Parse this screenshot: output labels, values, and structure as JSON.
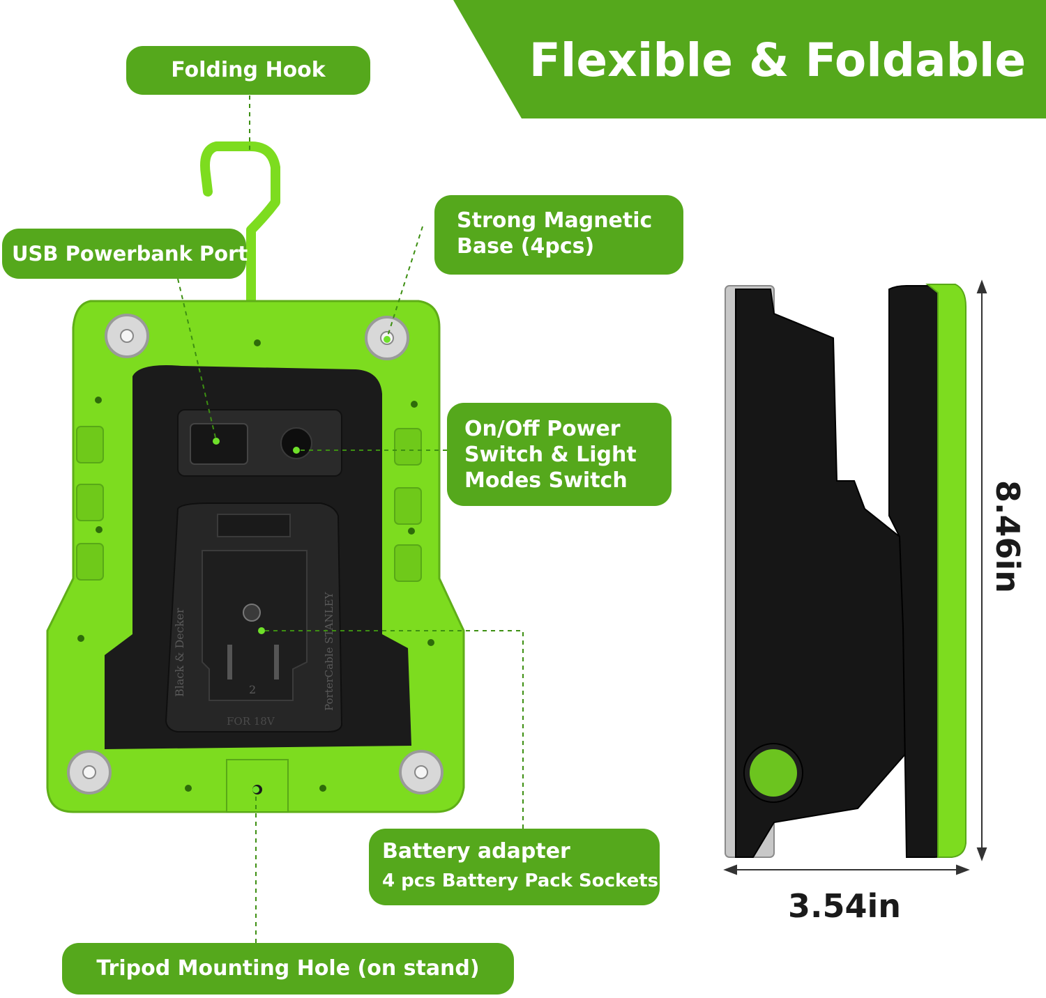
{
  "banner": {
    "title": "Flexible & Foldable",
    "color": "#55a81c"
  },
  "callouts": {
    "folding_hook": "Folding Hook",
    "usb_port": "USB Powerbank Port",
    "magnetic_base": [
      "Strong Magnetic",
      "Base (4pcs)"
    ],
    "power_switch": [
      "On/Off Power",
      "Switch & Light",
      "Modes Switch"
    ],
    "battery_title": "Battery adapter",
    "battery_subtitle": "4 pcs Battery Pack Sockets",
    "tripod": "Tripod Mounting Hole (on stand)"
  },
  "product_markings": {
    "brand_left": "Black & Decker",
    "brand_right": "PorterCable  STANLEY",
    "slot_number": "2",
    "voltage": "FOR 18V"
  },
  "dimensions": {
    "width": "3.54in",
    "height": "8.46in"
  },
  "colors": {
    "accent_green": "#55a81c",
    "body_green": "#7ddc1f",
    "housing_black": "#1b1b1b"
  }
}
